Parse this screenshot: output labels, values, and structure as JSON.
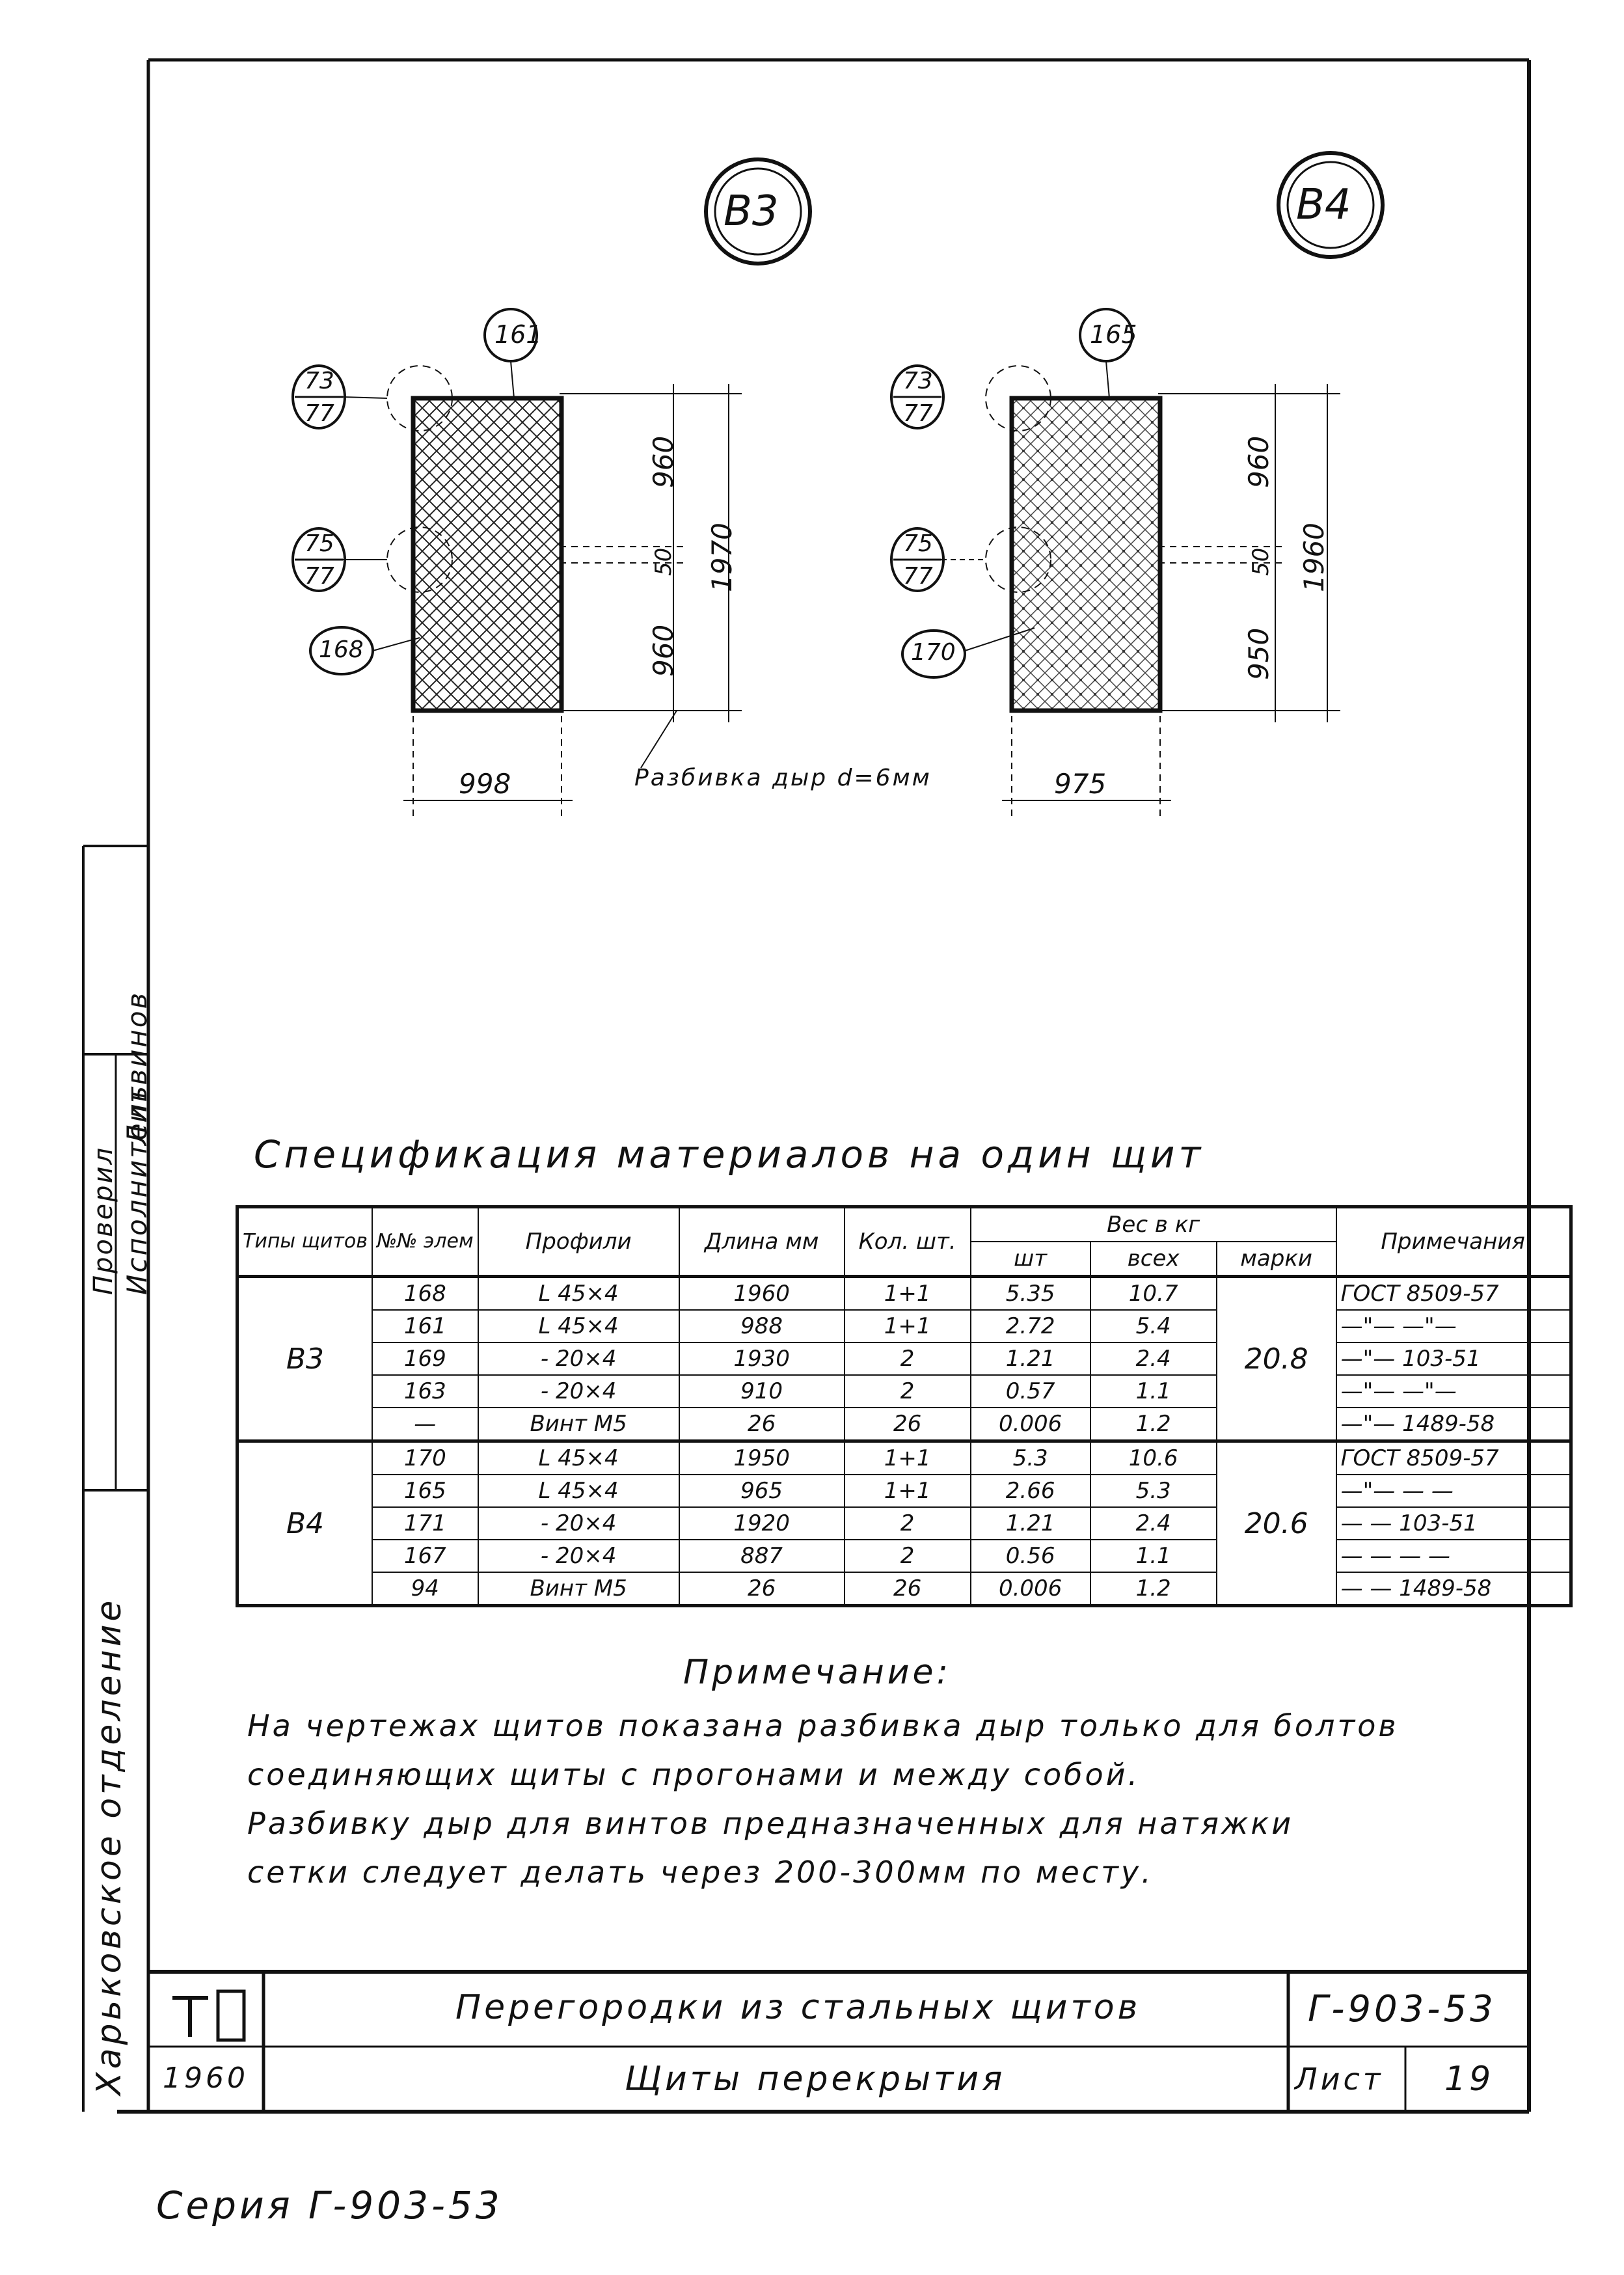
{
  "drawing": {
    "left_panel": {
      "tag": "В3",
      "callouts": [
        "161",
        "73",
        "77",
        "75",
        "77",
        "168"
      ],
      "dims": {
        "top": "960",
        "gap": "50",
        "bottom": "960",
        "total": "1970",
        "width": "998"
      }
    },
    "right_panel": {
      "tag": "В4",
      "callouts": [
        "165",
        "73",
        "77",
        "75",
        "77",
        "170"
      ],
      "dims": {
        "top": "960",
        "gap": "50",
        "bottom": "950",
        "total": "1960",
        "width": "975"
      }
    },
    "hole_note": "Разбивка дыр d=6мм"
  },
  "spec": {
    "title": "Спецификация материалов на один щит",
    "headers": {
      "types": "Типы щитов",
      "elem": "№№ элем",
      "profile": "Профили",
      "length": "Длина мм",
      "qty": "Кол. шт.",
      "weight_group": "Вес в кг",
      "w_piece": "шт",
      "w_all": "всех",
      "w_mark": "марки",
      "notes": "Примечания"
    },
    "groups": [
      {
        "type": "В3",
        "mark_weight": "20.8",
        "rows": [
          {
            "elem": "168",
            "profile": "L 45×4",
            "length": "1960",
            "qty": "1+1",
            "w_piece": "5.35",
            "w_all": "10.7",
            "note": "ГОСТ 8509-57"
          },
          {
            "elem": "161",
            "profile": "L 45×4",
            "length": "988",
            "qty": "1+1",
            "w_piece": "2.72",
            "w_all": "5.4",
            "note": "—\"—   —\"—"
          },
          {
            "elem": "169",
            "profile": "- 20×4",
            "length": "1930",
            "qty": "2",
            "w_piece": "1.21",
            "w_all": "2.4",
            "note": "—\"—   103-51"
          },
          {
            "elem": "163",
            "profile": "- 20×4",
            "length": "910",
            "qty": "2",
            "w_piece": "0.57",
            "w_all": "1.1",
            "note": "—\"—   —\"—"
          },
          {
            "elem": "—",
            "profile": "Винт М5",
            "length": "26",
            "qty": "26",
            "w_piece": "0.006",
            "w_all": "1.2",
            "note": "—\"—  1489-58"
          }
        ]
      },
      {
        "type": "В4",
        "mark_weight": "20.6",
        "rows": [
          {
            "elem": "170",
            "profile": "L 45×4",
            "length": "1950",
            "qty": "1+1",
            "w_piece": "5.3",
            "w_all": "10.6",
            "note": "ГОСТ 8509-57"
          },
          {
            "elem": "165",
            "profile": "L 45×4",
            "length": "965",
            "qty": "1+1",
            "w_piece": "2.66",
            "w_all": "5.3",
            "note": "—\"—   —  —"
          },
          {
            "elem": "171",
            "profile": "- 20×4",
            "length": "1920",
            "qty": "2",
            "w_piece": "1.21",
            "w_all": "2.4",
            "note": "— —   103-51"
          },
          {
            "elem": "167",
            "profile": "- 20×4",
            "length": "887",
            "qty": "2",
            "w_piece": "0.56",
            "w_all": "1.1",
            "note": "— —   — —"
          },
          {
            "elem": "94",
            "profile": "Винт М5",
            "length": "26",
            "qty": "26",
            "w_piece": "0.006",
            "w_all": "1.2",
            "note": "— —  1489-58"
          }
        ]
      }
    ]
  },
  "notes": {
    "heading": "Примечание:",
    "lines": [
      "На чертежах щитов показана разбивка дыр только для болтов",
      "соединяющих щиты с прогонами и между собой.",
      "Разбивку дыр для винтов предназначенных для натяжки",
      "сетки следует делать через 200-300мм по месту."
    ]
  },
  "title_block": {
    "year": "1960",
    "title": "Перегородки из стальных щитов",
    "subtitle": "Щиты перекрытия",
    "code": "Г-903-53",
    "sheet_label": "Лист",
    "sheet_no": "19"
  },
  "side_stamp": {
    "org": "Харьковское отделение",
    "executor_label": "Исполнитель",
    "executor_name": "Литвинов",
    "checked": "Проверил"
  },
  "series": "Серия Г-903-53"
}
